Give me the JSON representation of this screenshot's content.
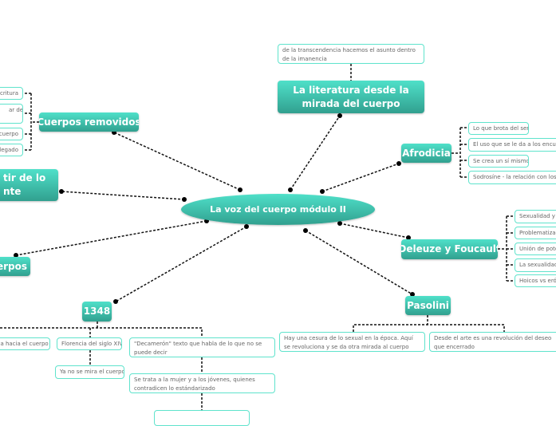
{
  "center": {
    "label": "La voz del cuerpo módulo II"
  },
  "topics": {
    "literatura": {
      "label": "La literatura desde la mirada del cuerpo",
      "notes": [
        "de la transcendencia hacemos el asunto dentro de la imanencia"
      ]
    },
    "afrodicia": {
      "label": "Afrodicia",
      "notes": [
        "Lo que brota del ser",
        "El uso que se le da a los encuen",
        "Se crea un sí mismo",
        "Sodrosíne - la relación con los d"
      ]
    },
    "deleuze": {
      "label": "Deleuze y Foucault",
      "notes": [
        "Sexualidad y c",
        "Problematizac",
        "Unión de pote",
        "La sexualidad",
        "Hoicos vs erót"
      ]
    },
    "pasolini": {
      "label": "Pasolini",
      "notes": [
        "Hay una cesura de lo sexual en la época. Aquí se revoluciona y se da otra mirada al cuerpo",
        "Desde el arte es una revolución del deseo que encerrado"
      ]
    },
    "y1348": {
      "label": "1348",
      "notes": [
        "da hacia el cuerpo",
        "Florencia del siglo XIV",
        "Ya no se mira el cuerpo",
        "\"Decamerón\" texto que habla de lo que no se puede decir",
        "Se trata a la mujer y a los jóvenes, quienes contradicen lo estándarizado",
        ""
      ]
    },
    "cuerpos_removidos": {
      "label": "Cuerpos removidos",
      "notes": [
        "scritura",
        "ar de",
        "cuerpo",
        "legado"
      ]
    },
    "partir": {
      "label": "tir de lo nte"
    },
    "erpos": {
      "label": "erpos"
    }
  },
  "colors": {
    "accent_top": "#4fe0c9",
    "accent_bottom": "#31a08f",
    "note_border": "#5fe3cc"
  }
}
